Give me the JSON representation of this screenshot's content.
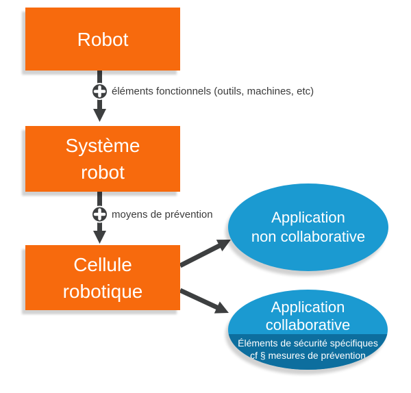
{
  "diagram": {
    "boxes": [
      {
        "name": "robot",
        "lines": [
          "Robot"
        ]
      },
      {
        "name": "systeme-robot",
        "lines": [
          "Système",
          "robot"
        ]
      },
      {
        "name": "cellule-robotique",
        "lines": [
          "Cellule",
          "robotique"
        ]
      }
    ],
    "connectors": [
      {
        "icon": "plus-icon",
        "label": "éléments fonctionnels (outils, machines, etc)"
      },
      {
        "icon": "plus-icon",
        "label": "moyens de prévention"
      }
    ],
    "outcomes": [
      {
        "name": "application-non-collaborative",
        "lines": [
          "Application",
          "non collaborative"
        ]
      },
      {
        "name": "application-collaborative",
        "lines": [
          "Application",
          "collaborative"
        ],
        "band_lines": [
          "Éléments de sécurité spécifiques",
          "cf § mesures de prévention"
        ]
      }
    ],
    "colors": {
      "box_fill": "#f76a0d",
      "ellipse_fill": "#1b9ad1",
      "band_fill": "#0d6e9e",
      "arrow": "#3d3f40",
      "connector_text": "#3a3a3a",
      "node_text": "#ffffff"
    }
  }
}
